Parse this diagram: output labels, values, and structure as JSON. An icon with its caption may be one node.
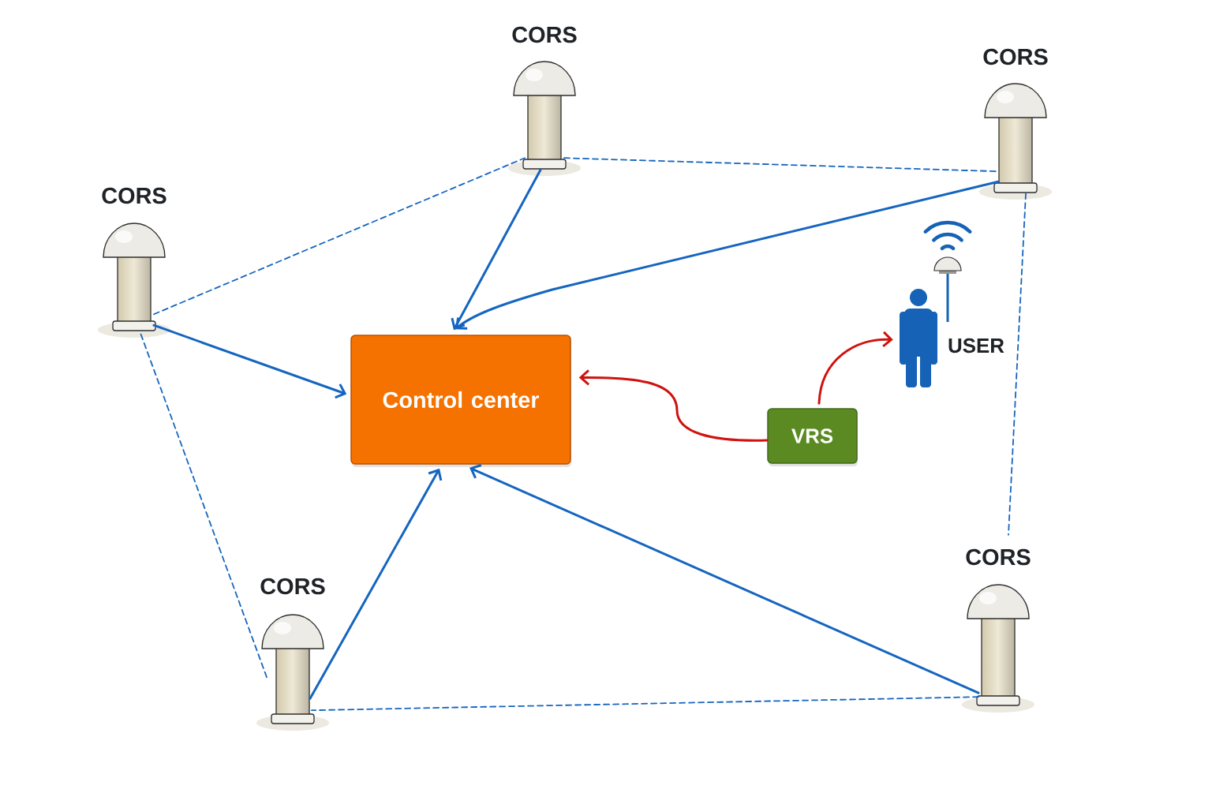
{
  "diagram": {
    "nodes": [
      {
        "text": [
          "CORS"
        ]
      },
      {
        "text": [
          "CORS"
        ]
      },
      {
        "text": [
          "CORS"
        ]
      },
      {
        "text": [
          "USER"
        ]
      },
      {
        "text": [
          "Control center"
        ]
      },
      {
        "text": [
          "VRS"
        ]
      },
      {
        "text": [
          "CORS"
        ]
      },
      {
        "text": [
          "CORS"
        ]
      }
    ],
    "edges": [
      {
        "from": 0,
        "to": 4,
        "arrow": "to"
      },
      {
        "from": 1,
        "to": 4,
        "arrow": "to"
      },
      {
        "from": 2,
        "to": 4,
        "arrow": "to"
      },
      {
        "from": 7,
        "to": 4,
        "arrow": "to"
      },
      {
        "from": 6,
        "to": 4,
        "arrow": "to"
      },
      {
        "from": 5,
        "to": 4,
        "arrow": "to",
        "color": "#d0120e"
      },
      {
        "from": 5,
        "to": 3,
        "arrow": "to",
        "color": "#d0120e"
      },
      {
        "from": 2,
        "to": 0,
        "arrow": "none",
        "style": "dashed"
      },
      {
        "from": 0,
        "to": 1,
        "arrow": "none",
        "style": "dashed"
      },
      {
        "from": 1,
        "to": 6,
        "arrow": "none",
        "style": "dashed"
      },
      {
        "from": 6,
        "to": 7,
        "arrow": "none",
        "style": "dashed"
      },
      {
        "from": 7,
        "to": 2,
        "arrow": "none",
        "style": "dashed"
      }
    ]
  }
}
